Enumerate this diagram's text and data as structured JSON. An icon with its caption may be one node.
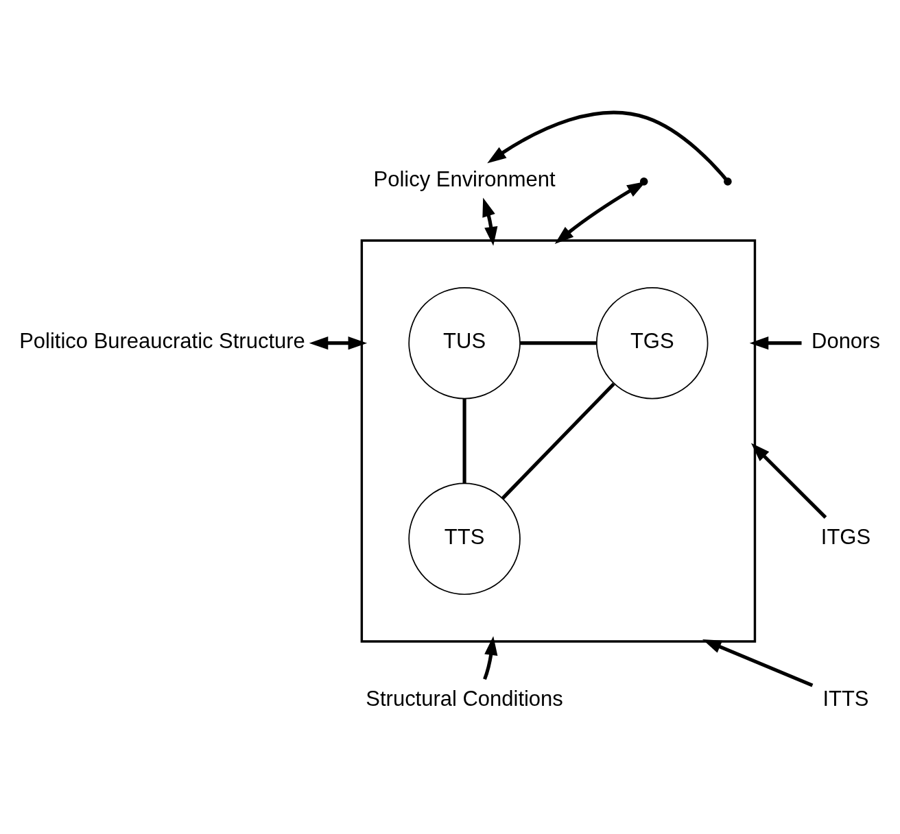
{
  "diagram": {
    "nodes": [
      {
        "text": [
          "Policy Environment"
        ]
      },
      {
        "text": [
          "Politico Bureaucratic Structure"
        ]
      },
      {
        "text": [],
        "shape": "box"
      },
      {
        "text": [
          "TUS"
        ],
        "in": 2
      },
      {
        "text": [
          "TGS"
        ],
        "in": 2
      },
      {
        "text": [
          "TTS"
        ],
        "in": 2
      },
      {
        "text": [
          "Donors"
        ]
      },
      {
        "text": [
          "ITGS"
        ]
      },
      {
        "text": [
          "ITTS"
        ]
      },
      {
        "text": [
          "Structural Conditions"
        ]
      }
    ],
    "edges": [
      {
        "from": null,
        "to": 2,
        "arrow": "both"
      },
      {
        "from": 0,
        "to": 2,
        "arrow": "both"
      },
      {
        "from": null,
        "to": 0,
        "arrow": "to"
      },
      {
        "from": 1,
        "to": 2,
        "arrow": "both"
      },
      {
        "from": 6,
        "to": 2,
        "arrow": "to"
      },
      {
        "from": 7,
        "to": 2,
        "arrow": "to"
      },
      {
        "from": 8,
        "to": 2,
        "arrow": "to"
      },
      {
        "from": 9,
        "to": 2,
        "arrow": "to"
      },
      {
        "from": 3,
        "to": 4,
        "arrow": "none"
      },
      {
        "from": 3,
        "to": 5,
        "arrow": "none"
      },
      {
        "from": 4,
        "to": 5,
        "arrow": "none"
      }
    ]
  }
}
